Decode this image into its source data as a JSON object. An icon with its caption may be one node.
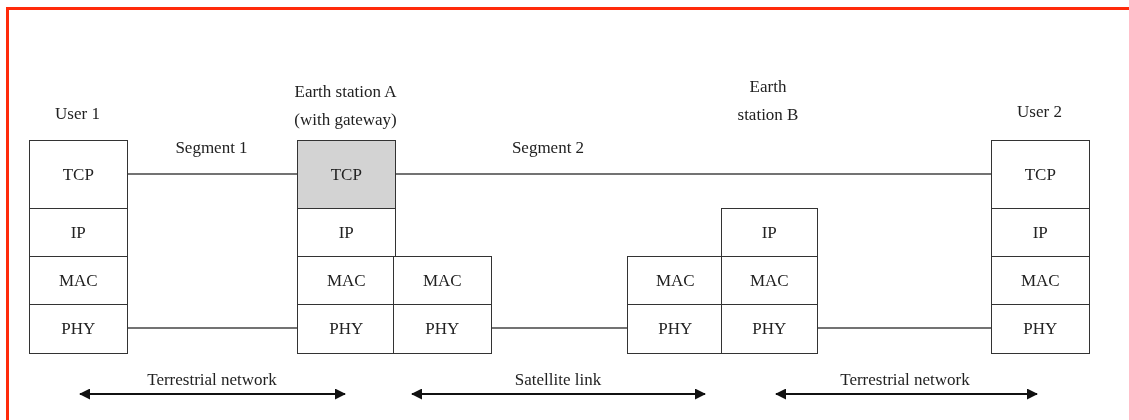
{
  "diagram": {
    "nodes": [
      {
        "text": [
          "TCP"
        ],
        "beside": [
          "User 1"
        ]
      },
      {
        "text": [
          "IP"
        ]
      },
      {
        "text": [
          "MAC"
        ]
      },
      {
        "text": [
          "PHY"
        ]
      },
      {
        "text": [
          "TCP"
        ],
        "beside": [
          "Earth station A (with gateway)"
        ]
      },
      {
        "text": [
          "IP"
        ]
      },
      {
        "text": [
          "MAC"
        ]
      },
      {
        "text": [
          "PHY"
        ]
      },
      {
        "text": [
          "MAC"
        ]
      },
      {
        "text": [
          "PHY"
        ]
      },
      {
        "text": [
          "MAC"
        ]
      },
      {
        "text": [
          "PHY"
        ]
      },
      {
        "text": [
          "IP"
        ]
      },
      {
        "text": [
          "MAC"
        ]
      },
      {
        "text": [
          "PHY"
        ]
      },
      {
        "text": [
          "TCP"
        ],
        "beside": [
          "User 2"
        ]
      },
      {
        "text": [
          "IP"
        ]
      },
      {
        "text": [
          "MAC"
        ]
      },
      {
        "text": [
          "PHY"
        ]
      }
    ],
    "edges": [
      {
        "from": 0,
        "to": 4,
        "arrow": "none",
        "label": "Segment 1"
      },
      {
        "from": 4,
        "to": 15,
        "arrow": "none",
        "label": "Segment 2"
      },
      {
        "from": 3,
        "to": 7,
        "arrow": "none"
      },
      {
        "from": 9,
        "to": 11,
        "arrow": "none"
      },
      {
        "from": 14,
        "to": 18,
        "arrow": "none"
      }
    ],
    "labels": [
      "Earth station B",
      "Terrestrial network",
      "Satellite link",
      "Terrestrial network"
    ]
  }
}
